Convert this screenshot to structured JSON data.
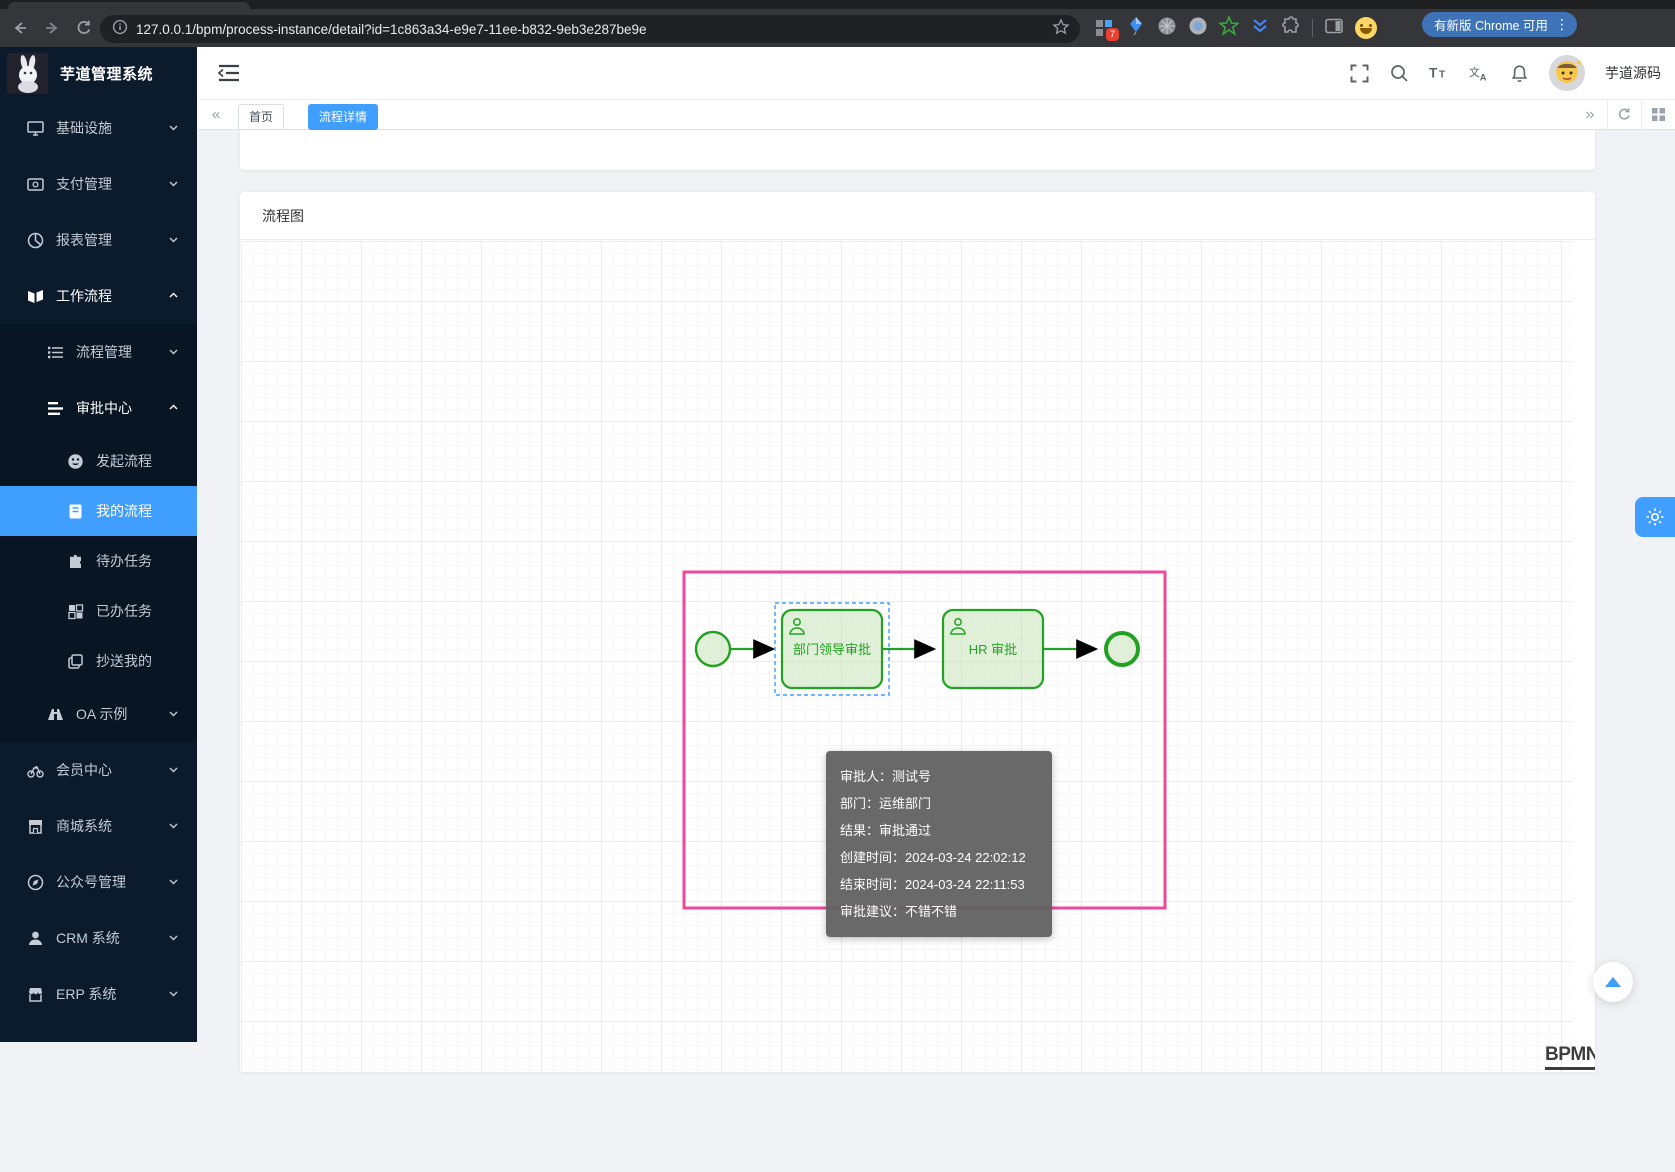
{
  "browser": {
    "url": "127.0.0.1/bpm/process-instance/detail?id=1c863a34-e9e7-11ee-b832-9eb3e287be9e",
    "update_button": "有新版 Chrome 可用",
    "extension_badge": "7"
  },
  "app": {
    "title": "芋道管理系统",
    "username": "芋道源码"
  },
  "tags": {
    "back_glyph": "«",
    "forward_glyph": "»",
    "items": [
      {
        "label": "首页",
        "active": false
      },
      {
        "label": "流程详情",
        "active": true
      }
    ]
  },
  "sidebar": {
    "items": [
      {
        "label": "基础设施",
        "icon": "monitor-icon",
        "chevron": "down",
        "level": 1
      },
      {
        "label": "支付管理",
        "icon": "payment-icon",
        "chevron": "down",
        "level": 1
      },
      {
        "label": "报表管理",
        "icon": "report-pie-icon",
        "chevron": "down",
        "level": 1
      },
      {
        "label": "工作流程",
        "icon": "workflow-icon",
        "chevron": "up",
        "level": 1,
        "expanded": true
      },
      {
        "label": "流程管理",
        "icon": "process-list-icon",
        "chevron": "down",
        "level": 2
      },
      {
        "label": "审批中心",
        "icon": "approval-center-icon",
        "chevron": "up",
        "level": 2,
        "expanded": true
      },
      {
        "label": "发起流程",
        "icon": "start-process-icon",
        "level": 3
      },
      {
        "label": "我的流程",
        "icon": "my-process-icon",
        "level": 3,
        "active": true
      },
      {
        "label": "待办任务",
        "icon": "todo-task-icon",
        "level": 3
      },
      {
        "label": "已办任务",
        "icon": "done-task-icon",
        "level": 3
      },
      {
        "label": "抄送我的",
        "icon": "cc-me-icon",
        "level": 3
      },
      {
        "label": "OA 示例",
        "icon": "oa-demo-icon",
        "chevron": "down",
        "level": 2
      },
      {
        "label": "会员中心",
        "icon": "member-icon",
        "chevron": "down",
        "level": 1
      },
      {
        "label": "商城系统",
        "icon": "mall-icon",
        "chevron": "down",
        "level": 1
      },
      {
        "label": "公众号管理",
        "icon": "official-account-icon",
        "chevron": "down",
        "level": 1
      },
      {
        "label": "CRM 系统",
        "icon": "crm-icon",
        "chevron": "down",
        "level": 1
      },
      {
        "label": "ERP 系统",
        "icon": "erp-icon",
        "chevron": "down",
        "level": 1
      }
    ]
  },
  "panel": {
    "title": "流程图"
  },
  "diagram": {
    "task1": "部门领导审批",
    "task2": "HR 审批",
    "watermark": "BPMN.iO",
    "colors": {
      "highlight_green": "#22a222",
      "selection_pink": "#f0489a",
      "select_dash_blue": "#409eff"
    }
  },
  "tooltip": {
    "rows": [
      "审批人：测试号",
      "部门：运维部门",
      "结果：审批通过",
      "创建时间：2024-03-24 22:02:12",
      "结束时间：2024-03-24 22:11:53",
      "审批建议：不错不错"
    ]
  },
  "icons_map": {
    "search-icon": "magnifier",
    "fullscreen-icon": "corner brackets",
    "font-size-icon": "Tt",
    "translate-icon": "文A",
    "bell-icon": "bell outline",
    "gear-icon": "gear",
    "back-to-top-icon": "blue triangle"
  }
}
